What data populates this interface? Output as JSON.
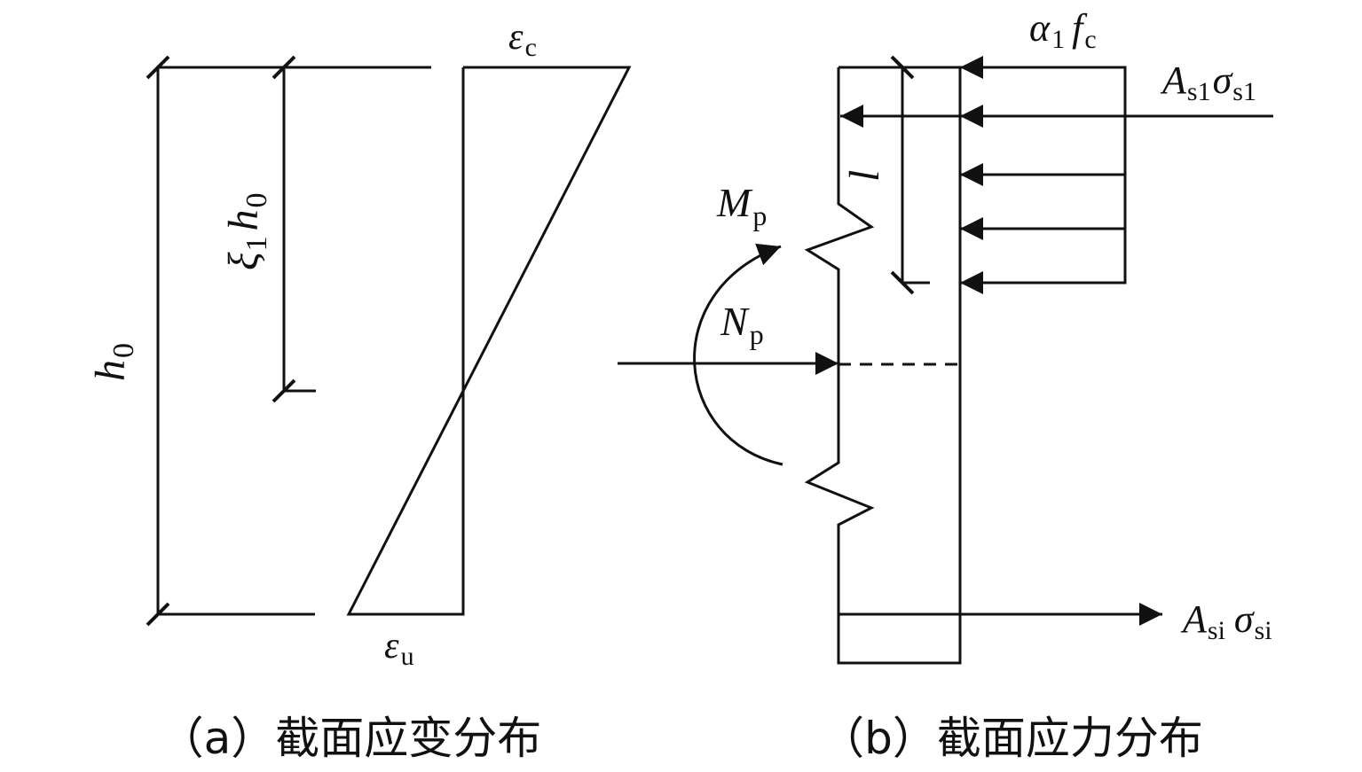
{
  "strain": {
    "top": {
      "sym": "ε",
      "sub": "c"
    },
    "bottom": {
      "sym": "ε",
      "sub": "u"
    },
    "height": {
      "sym": "h",
      "sub": "0"
    },
    "depth": {
      "sym1": "ξ",
      "sub1": "1",
      "sym2": "h",
      "sub2": "0"
    },
    "caption": "（a）截面应变分布"
  },
  "stress": {
    "concrete": {
      "sym1": "α",
      "sub1": "1",
      "sym2": "f",
      "sub2": "c"
    },
    "steel_top": {
      "sym1": "A",
      "sub1": "s1",
      "sym2": "σ",
      "sub2": "s1"
    },
    "length": {
      "sym": "l"
    },
    "moment": {
      "sym": "M",
      "sub": "p"
    },
    "axial": {
      "sym": "N",
      "sub": "p"
    },
    "steel_i": {
      "sym1": "A",
      "sub1": "si",
      "sym2": "σ",
      "sub2": "si"
    },
    "caption": "（b）截面应力分布"
  }
}
